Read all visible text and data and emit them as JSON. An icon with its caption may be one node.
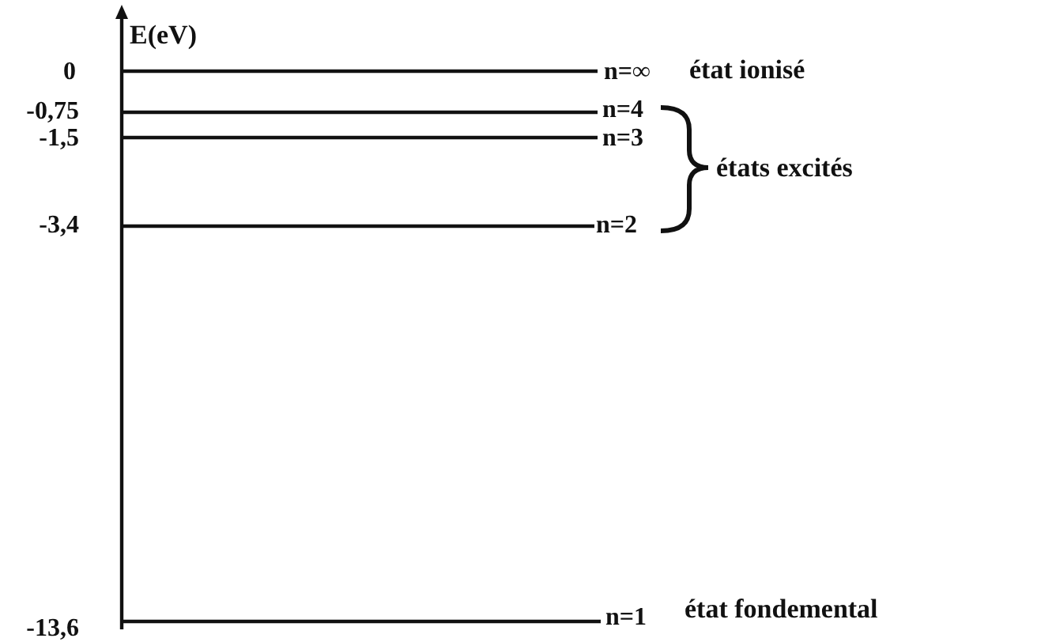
{
  "diagram": {
    "labels": [
      "E(eV)",
      "0",
      "n=∞",
      "état ionisé",
      "-0,75",
      "n=4",
      "-1,5",
      "n=3",
      "états excités",
      "-3,4",
      "n=2",
      "-13,6",
      "n=1",
      "état fondemental"
    ]
  }
}
